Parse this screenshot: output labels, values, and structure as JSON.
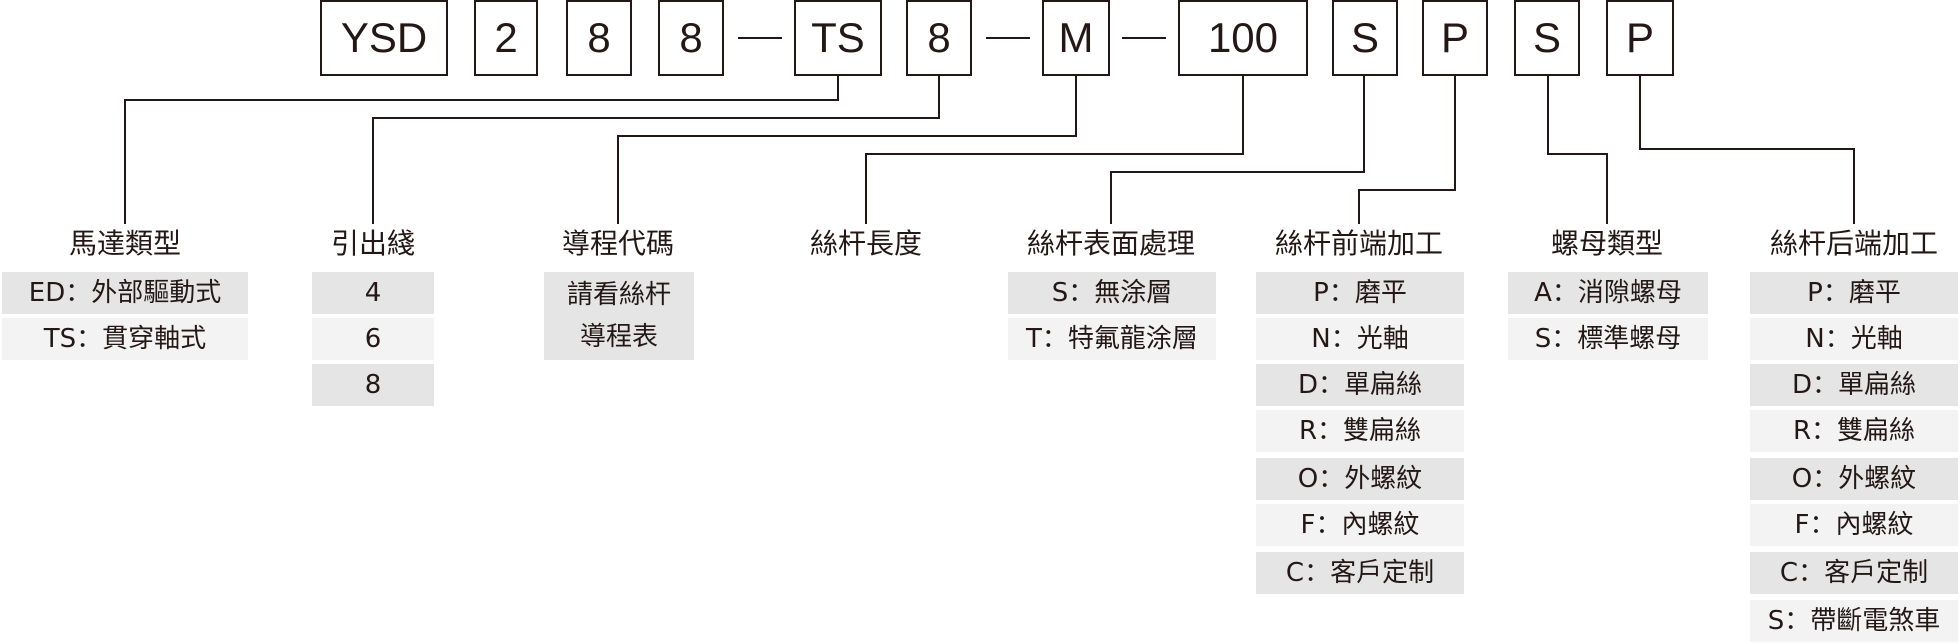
{
  "code_segments": [
    "YSD",
    "2",
    "8",
    "8",
    "TS",
    "8",
    "M",
    "100",
    "S",
    "P",
    "S",
    "P"
  ],
  "separators": [
    "—",
    "—",
    "—"
  ],
  "groups": [
    {
      "title": "馬達類型",
      "options": [
        "ED：外部驅動式",
        "TS：貫穿軸式"
      ]
    },
    {
      "title": "引出綫",
      "options": [
        "4",
        "6",
        "8"
      ]
    },
    {
      "title": "導程代碼",
      "options": [
        "請看絲杆\n導程表"
      ]
    },
    {
      "title": "絲杆長度",
      "options": []
    },
    {
      "title": "絲杆表面處理",
      "options": [
        "S：無涂層",
        "T：特氟龍涂層"
      ]
    },
    {
      "title": "絲杆前端加工",
      "options": [
        "P：磨平",
        "N：光軸",
        "D：單扁絲",
        "R：雙扁絲",
        "O：外螺紋",
        "F：內螺紋",
        "C：客戶定制"
      ]
    },
    {
      "title": "螺母類型",
      "options": [
        "A：消隙螺母",
        "S：標準螺母"
      ]
    },
    {
      "title": "絲杆后端加工",
      "options": [
        "P：磨平",
        "N：光軸",
        "D：單扁絲",
        "R：雙扁絲",
        "O：外螺紋",
        "F：內螺紋",
        "C：客戶定制",
        "S：帶斷電煞車"
      ]
    }
  ]
}
